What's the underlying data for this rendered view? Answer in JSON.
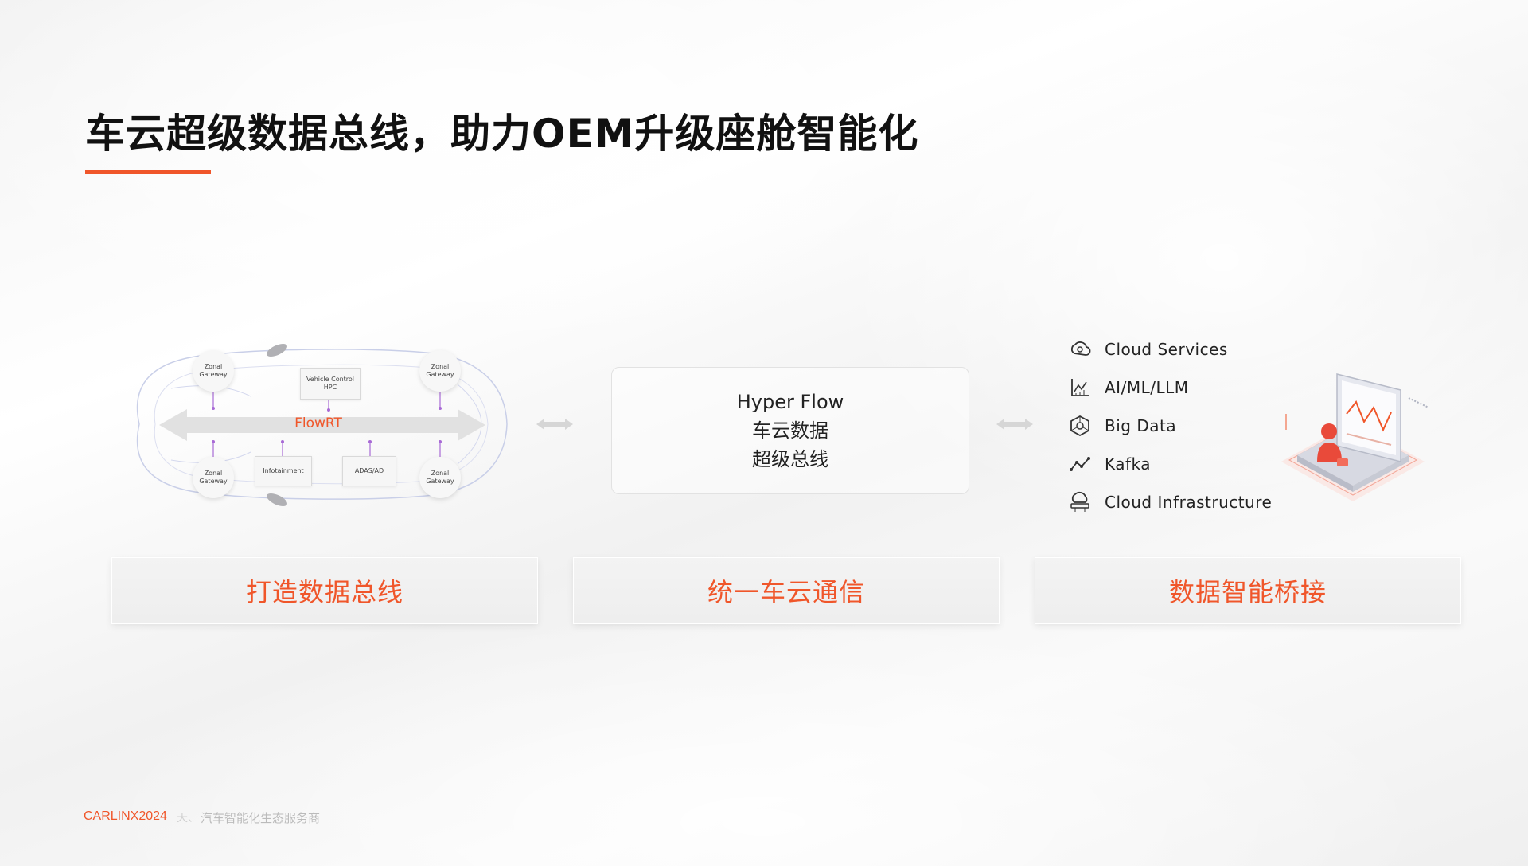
{
  "title": "车云超级数据总线，助力OEM升级座舱智能化",
  "accent_color": "#f0562a",
  "car_diagram": {
    "bus_label": "FlowRT",
    "nodes": {
      "top_left": "Zonal\nGateway",
      "top_right": "Zonal\nGateway",
      "bottom_left": "Zonal\nGateway",
      "bottom_right": "Zonal\nGateway"
    },
    "ecus": {
      "vehicle_control": "Vehicle Control\nHPC",
      "infotainment": "Infotainment",
      "adas": "ADAS/AD"
    }
  },
  "hyper_flow": {
    "line1": "Hyper Flow",
    "line2": "车云数据",
    "line3": "超级总线"
  },
  "cloud_items": [
    {
      "label": "Cloud Services",
      "icon": "cloud-services-icon"
    },
    {
      "label": "AI/ML/LLM",
      "icon": "chart-icon"
    },
    {
      "label": "Big Data",
      "icon": "big-data-icon"
    },
    {
      "label": "Kafka",
      "icon": "kafka-icon"
    },
    {
      "label": "Cloud Infrastructure",
      "icon": "cloud-infrastructure-icon"
    }
  ],
  "cards": [
    {
      "label": "打造数据总线"
    },
    {
      "label": "统一车云通信"
    },
    {
      "label": "数据智能桥接"
    }
  ],
  "footer": {
    "brand": "CARLINX2024",
    "separator": "天、",
    "tagline": "汽车智能化生态服务商"
  }
}
